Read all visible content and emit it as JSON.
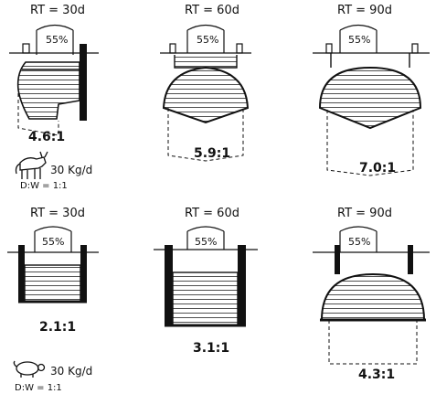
{
  "top_row": {
    "panels": [
      {
        "rt": "RT = 30d",
        "pct": "55%",
        "ratio": "4.6:1"
      },
      {
        "rt": "RT = 60d",
        "pct": "55%",
        "ratio": "5.9:1"
      },
      {
        "rt": "RT = 90d",
        "pct": "55%",
        "ratio": "7.0:1"
      }
    ],
    "animal_icon": "cow-icon",
    "animal_dose": "30 Kg/d",
    "ratio_note": "D:W = 1:1"
  },
  "bottom_row": {
    "panels": [
      {
        "rt": "RT = 30d",
        "pct": "55%",
        "ratio": "2.1:1"
      },
      {
        "rt": "RT = 60d",
        "pct": "55%",
        "ratio": "3.1:1"
      },
      {
        "rt": "RT = 90d",
        "pct": "55%",
        "ratio": "4.3:1"
      }
    ],
    "animal_icon": "pig-icon",
    "animal_dose": "30 Kg/d",
    "ratio_note": "D:W = 1:1"
  }
}
